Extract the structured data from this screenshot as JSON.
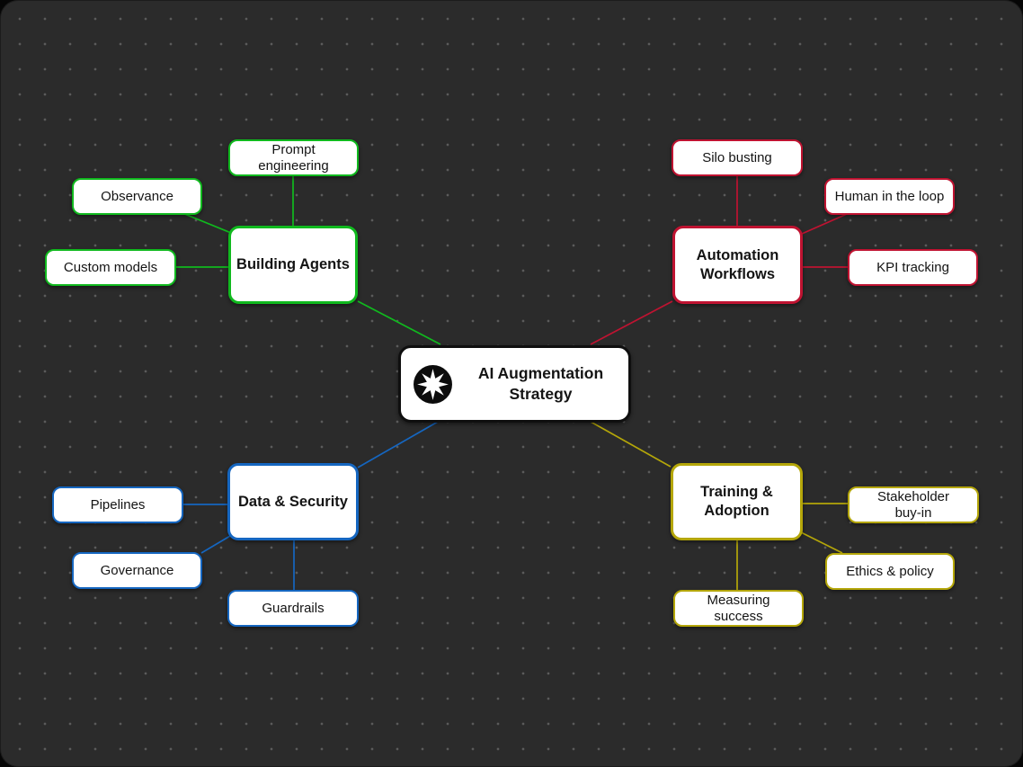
{
  "app": {
    "description": "Mind map canvas",
    "canvas_bg": "#2b2b2b",
    "dot_color": "#5c5c5c"
  },
  "colors": {
    "agents": "#10b91e",
    "automation": "#bf1331",
    "data": "#1566c0",
    "training": "#b4a609",
    "center_border": "#0f0f0f"
  },
  "center": {
    "label": "AI Augmentation Strategy",
    "icon": "starburst-icon"
  },
  "branches": {
    "agents": {
      "label": "Building Agents",
      "color": "#10b91e",
      "children": [
        "Prompt engineering",
        "Observance",
        "Custom models"
      ]
    },
    "automation": {
      "label": "Automation Workflows",
      "color": "#bf1331",
      "children": [
        "Silo busting",
        "Human in the loop",
        "KPI tracking"
      ]
    },
    "data": {
      "label": "Data & Security",
      "color": "#1566c0",
      "children": [
        "Pipelines",
        "Governance",
        "Guardrails"
      ]
    },
    "training": {
      "label": "Training & Adoption",
      "color": "#b4a609",
      "children": [
        "Stakeholder buy-in",
        "Ethics & policy",
        "Measuring success"
      ]
    }
  }
}
